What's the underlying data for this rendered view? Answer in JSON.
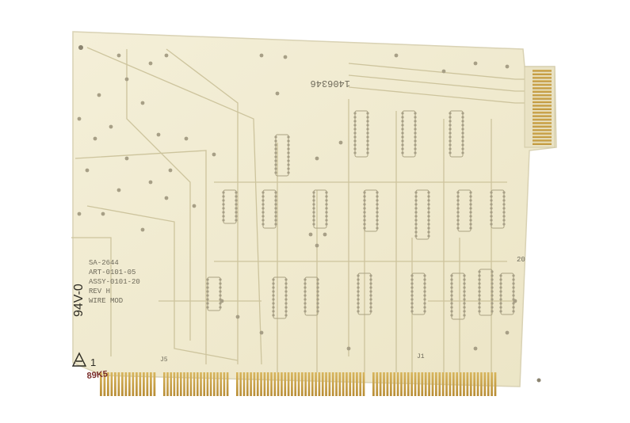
{
  "board": {
    "part_number_mirrored": "1406346",
    "marking_lines": [
      "SA-2644",
      "ART-0101-05",
      "ASSY-0101-20",
      "REV H",
      "WIRE MOD"
    ],
    "flammability_rating": "94V-0",
    "revision_digit": "1",
    "date_code": "89K5",
    "ref_j5": "J5",
    "ref_j1": "J1",
    "ref_20": "20"
  },
  "colors": {
    "substrate": "#f1ecd3",
    "trace": "#cfc7a2",
    "gold_contact": "#c9a24a",
    "pad": "#b8b09a"
  }
}
